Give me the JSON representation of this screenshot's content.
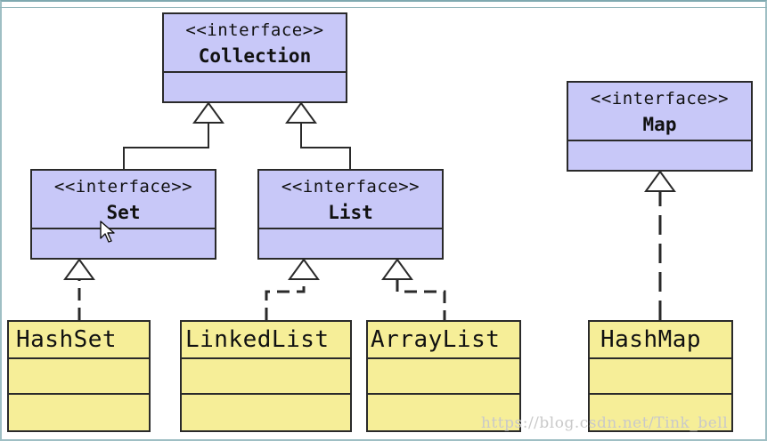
{
  "diagram": {
    "stereotype": "<<interface>>",
    "interfaces": {
      "collection": "Collection",
      "set": "Set",
      "list": "List",
      "map": "Map"
    },
    "classes": {
      "hashset": "HashSet",
      "linkedlist": "LinkedList",
      "arraylist": "ArrayList",
      "hashmap": "HashMap"
    },
    "relations": [
      {
        "from": "Set",
        "to": "Collection",
        "kind": "generalization"
      },
      {
        "from": "List",
        "to": "Collection",
        "kind": "generalization"
      },
      {
        "from": "HashSet",
        "to": "Set",
        "kind": "realization"
      },
      {
        "from": "LinkedList",
        "to": "List",
        "kind": "realization"
      },
      {
        "from": "ArrayList",
        "to": "List",
        "kind": "realization"
      },
      {
        "from": "HashMap",
        "to": "Map",
        "kind": "realization"
      }
    ],
    "colors": {
      "interface_fill": "#c8c8f8",
      "class_fill": "#f6ee98",
      "line": "#2a2a2a"
    }
  },
  "watermark": "https://blog.csdn.net/Tink_bell",
  "cursor_icon": "mouse-pointer-icon"
}
